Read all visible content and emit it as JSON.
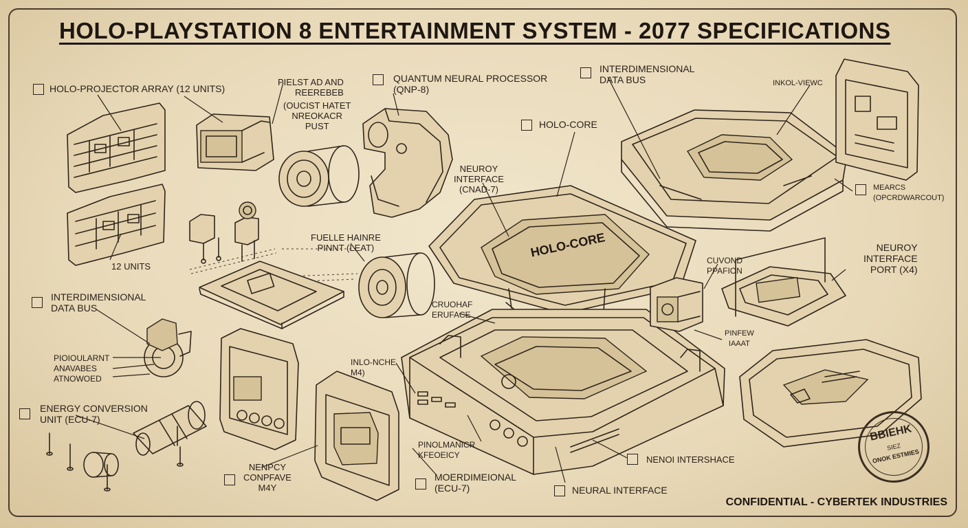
{
  "title": "HOLO-PLAYSTATION 8 ENTERTAINMENT SYSTEM - 2077 SPECIFICATIONS",
  "footer": "CONFIDENTIAL - CYBERTEK INDUSTRIES",
  "stamp": {
    "line1": "BBIEHK",
    "line2": "SIEZ",
    "line3": "ONOK ESTMIES"
  },
  "core_label": "HOLO-CORE",
  "labels": {
    "holo_projector": "HOLO-PROJECTOR ARRAY (12 units)",
    "pielst": "PIELST AD AND\nREEREBEB",
    "oucist": "(OUCIST HATET\nNREOKACR\nPUST",
    "qnp_8": "QUANTUM NEURAL PROCESSOR\n(QNP-8)",
    "data_bus_top": "INTERDIMENSIONAL\nDATA BUS",
    "inkol_viewc": "INKOL-VIEWC",
    "holo_core_label": "HOLO-CORE",
    "neuroy_cnad": "NEUROY\nINTERFACE\n(CNAD-7)",
    "mearcs": "MEARCS\n(OPCRDWARCOUT)",
    "units_12": "12 UNITS",
    "fuelle": "FUELLE HAINRE\nPINNT (LEAT)",
    "cuvond": "CUVOND\nPPAFION",
    "neuroy_port": "NEUROY\nINTERFACE\nPORT (x4)",
    "data_bus_left": "INTERDIMENSIONAL\nDATA BUS",
    "cruohaf": "CRUOHAF\nERUFACE",
    "pinfew": "PINFEW\nIAAAT",
    "pioioulannt": "PIOIOULARNT\nANAVABES\nATNOWOED",
    "inlo_nche": "INLO-NCHE\nM4)",
    "energy_conversion": "ENERGY CONVERSION\nUNIT (ECU-7)",
    "pinolmanicr": "PINOLMANICR\nKFEOEICY",
    "nenoi": "NENOI INTERSHACE",
    "nenpcy": "NENPCY\nCONPFAVE\nM4Y",
    "moerdimeional": "MOERDIMEIONAL\n(ECU-7)",
    "neural_interface": "NEURAL INTERFACE"
  }
}
